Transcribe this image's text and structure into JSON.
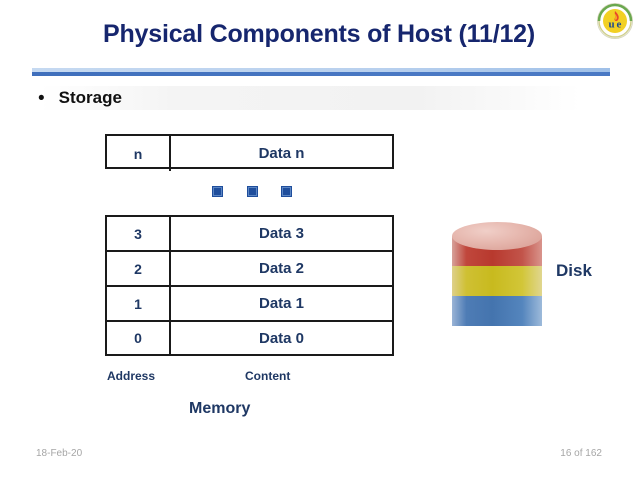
{
  "slide": {
    "title": "Physical Components of Host (11/12)",
    "bullet": {
      "marker": "•",
      "label": "Storage"
    }
  },
  "logo": {
    "name": "ue-university-logo",
    "letters": "ue"
  },
  "memory": {
    "top_table": {
      "rows": [
        {
          "address": "n",
          "content": "Data n"
        }
      ]
    },
    "ellipsis": {
      "symbol": "■",
      "count": 3
    },
    "main_table": {
      "rows": [
        {
          "address": "3",
          "content": "Data 3"
        },
        {
          "address": "2",
          "content": "Data 2"
        },
        {
          "address": "1",
          "content": "Data 1"
        },
        {
          "address": "0",
          "content": "Data 0"
        }
      ]
    },
    "column_labels": {
      "address": "Address",
      "content": "Content"
    },
    "caption": "Memory"
  },
  "disk": {
    "label": "Disk",
    "bands": [
      {
        "name": "band-red",
        "color": "#b8392e"
      },
      {
        "name": "band-yellow",
        "color": "#c8ba1e"
      },
      {
        "name": "band-blue",
        "color": "#4474ae"
      }
    ],
    "top_color": "#e6b7ae"
  },
  "footer": {
    "date": "18-Feb-20",
    "page": "16 of 162"
  },
  "colors": {
    "title": "#16266e",
    "accent_blue": "#1f3864",
    "divider_light": "#b8d0ee",
    "divider_dark": "#4a79c4",
    "footer_text": "#a6a6a6"
  }
}
